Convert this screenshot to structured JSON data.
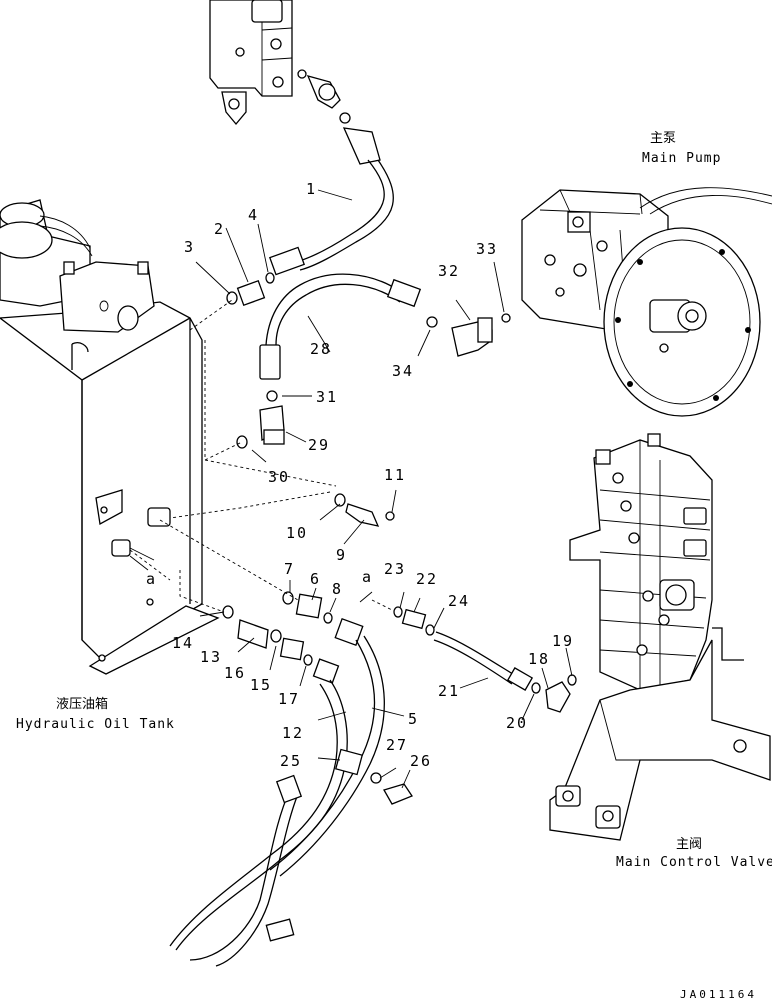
{
  "components": {
    "main_pump": {
      "cn": "主泵",
      "en": "Main Pump"
    },
    "hydraulic_oil_tank": {
      "cn": "液压油箱",
      "en": "Hydraulic Oil Tank"
    },
    "main_control_valve": {
      "cn": "主阀",
      "en": "Main Control Valve"
    }
  },
  "view_label": "a",
  "part_numbers": [
    "1",
    "2",
    "3",
    "4",
    "5",
    "6",
    "7",
    "8",
    "9",
    "10",
    "11",
    "12",
    "13",
    "14",
    "15",
    "16",
    "17",
    "18",
    "19",
    "20",
    "21",
    "22",
    "23",
    "24",
    "25",
    "26",
    "27",
    "28",
    "29",
    "30",
    "31",
    "32",
    "33",
    "34"
  ],
  "drawing_code": "JA011164"
}
